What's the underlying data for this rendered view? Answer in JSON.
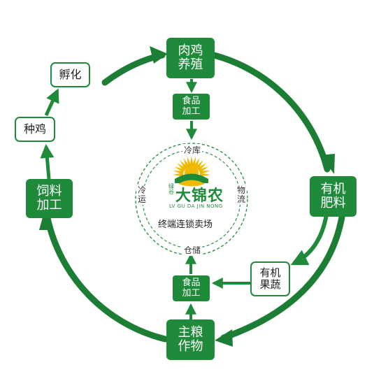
{
  "colors": {
    "primary_green": "#1f8a3a",
    "dark_green": "#1c7e34",
    "logo_yellow": "#f1b800",
    "text_dark": "#222222"
  },
  "cycle_nodes": {
    "meat_chicken": [
      "肉鸡",
      "养殖"
    ],
    "organic_fertilizer": [
      "有机",
      "肥料"
    ],
    "staple_crops": [
      "主粮",
      "作物"
    ],
    "feed_processing": [
      "饲料",
      "加工"
    ]
  },
  "side_nodes": {
    "hatching": "孵化",
    "breeder_chicken": "种鸡",
    "organic_produce": [
      "有机",
      "果蔬"
    ]
  },
  "processing_nodes": {
    "food_processing_top": [
      "食品",
      "加工"
    ],
    "food_processing_bottom": [
      "食品",
      "加工"
    ]
  },
  "center_hub": {
    "logistics": {
      "cold_storage": "冷库",
      "physical_flow": [
        "物",
        "流"
      ],
      "warehouse": "仓储",
      "cold_transport": [
        "冷",
        "运"
      ]
    },
    "logo": {
      "brand_name": "大锦农",
      "brand_prefix": "绿谷",
      "brand_pinyin": "LV GU DA JIN NONG",
      "icon": "sun-sprout-logo-icon"
    },
    "retail_label": "终端连锁卖场"
  }
}
